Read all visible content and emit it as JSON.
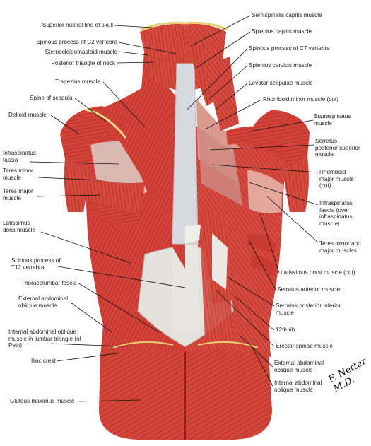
{
  "figure": {
    "signature": "F. Netter M.D.",
    "colors": {
      "muscle": "#d4423a",
      "muscle_dark": "#a52a22",
      "muscle_light": "#ec8a7a",
      "fascia": "#e3e1dc",
      "bone": "#f1d98a",
      "leader": "#111111"
    }
  },
  "labels": {
    "left": [
      "Superior nuchal line of skull",
      "Spinous process of C2 vertebra",
      "Sternocleidomastoid muscle",
      "Posterior triangle of neck",
      "Trapezius muscle",
      "Spine of scapula",
      "Deltoid muscle",
      "Infraspinatus fascia",
      "Teres minor muscle",
      "Teres major muscle",
      "Latissimus dorsi muscle",
      "Spinous process of T12 vertebra",
      "Thoracolumbar fascia",
      "External abdominal oblique muscle",
      "Internal abdominal oblique muscle in lumbar triangle (of Petit)",
      "Iliac crest",
      "Gluteus maximus muscle"
    ],
    "right": [
      "Semispinalis capitis muscle",
      "Splenius capitis muscle",
      "Spinous process of C7 vertebra",
      "Splenius cervicis muscle",
      "Levator scapulae muscle",
      "Rhomboid minor muscle (cut)",
      "Supraspinatus muscle",
      "Serratus posterior superior muscle",
      "Rhomboid major muscle (cut)",
      "Infraspinatus fascia (over infraspinatus muscle)",
      "Teres minor and major muscles",
      "Latissimus dorsi muscle (cut)",
      "Serratus anterior muscle",
      "Serratus posterior inferior muscle",
      "12th rib",
      "Erector spinae muscle",
      "External abdominal oblique muscle",
      "Internal abdominal oblique muscle"
    ]
  }
}
